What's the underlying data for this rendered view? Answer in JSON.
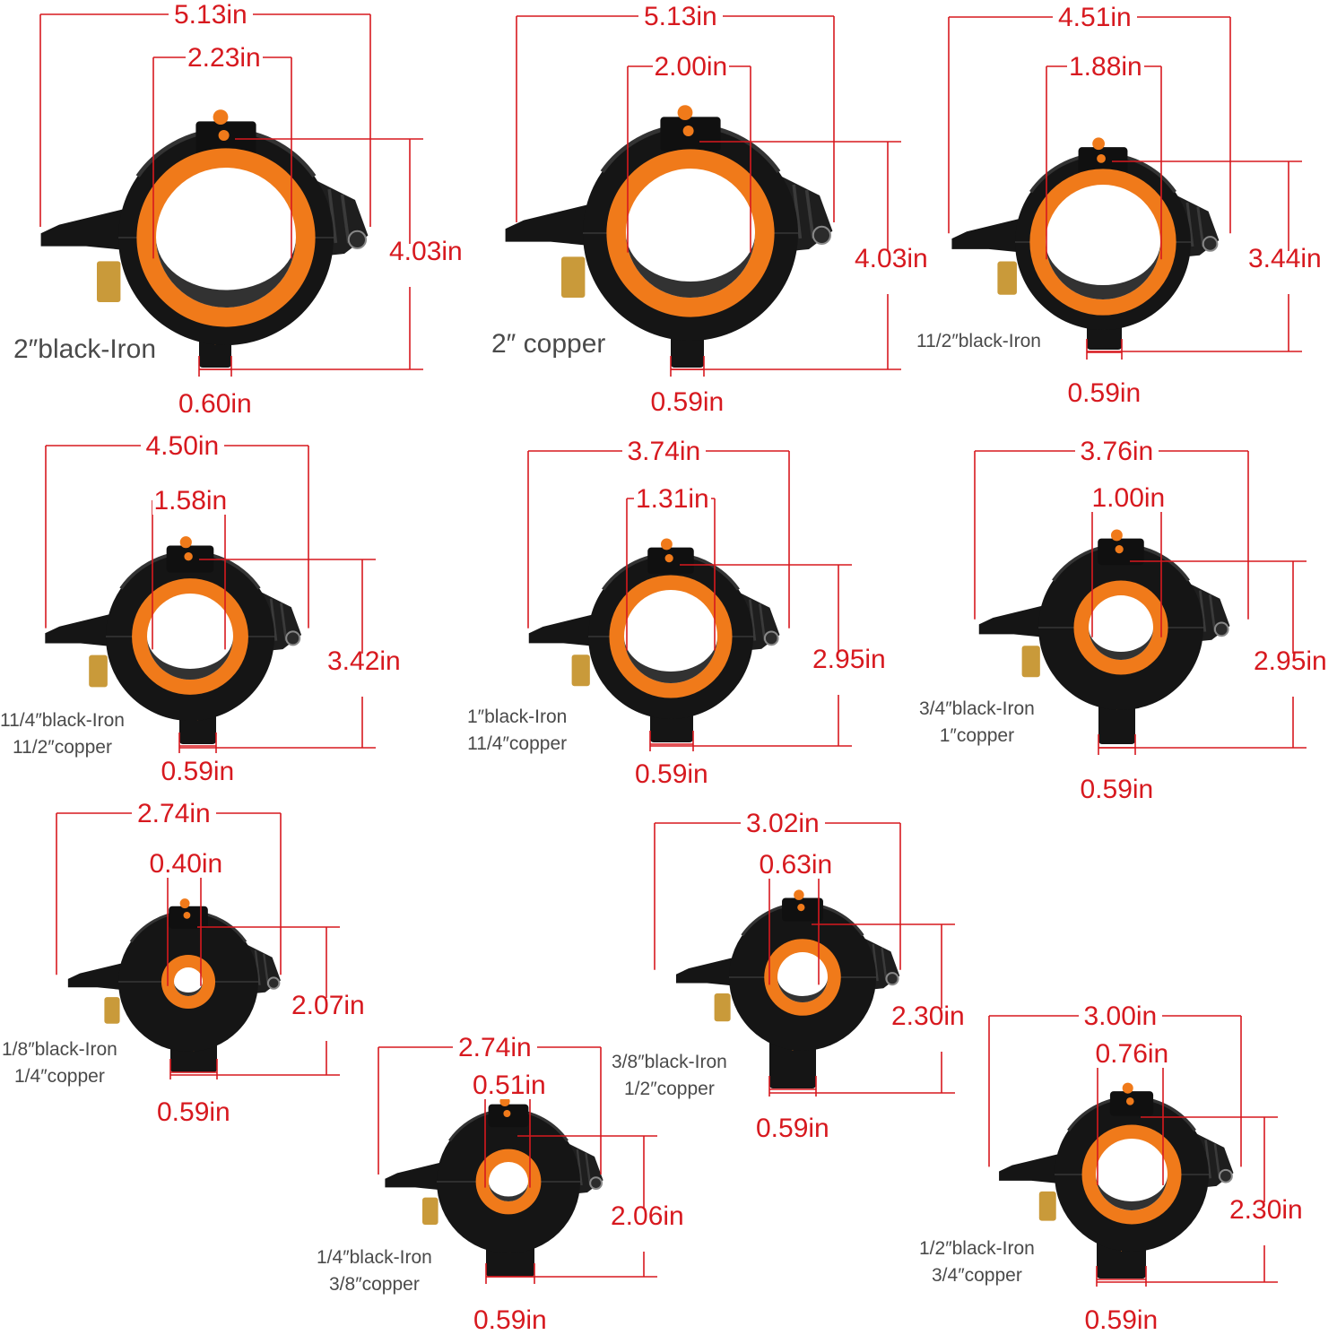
{
  "colors": {
    "dimension": "#d7191f",
    "body": "#151515",
    "accent": "#f07a1a",
    "brass": "#c99a3a",
    "label": "#4a4a4a"
  },
  "units": [
    {
      "id": "u1",
      "size": [
        "2″black-Iron"
      ],
      "width": "5.13in",
      "bore": "2.23in",
      "height": "4.03in",
      "stem": "0.60in"
    },
    {
      "id": "u2",
      "size": [
        "2″  copper"
      ],
      "width": "5.13in",
      "bore": "2.00in",
      "height": "4.03in",
      "stem": "0.59in"
    },
    {
      "id": "u3",
      "size": [
        "11/2″black-Iron"
      ],
      "width": "4.51in",
      "bore": "1.88in",
      "height": "3.44in",
      "stem": "0.59in"
    },
    {
      "id": "u4",
      "size": [
        "11/4″black-Iron",
        "11/2″copper"
      ],
      "width": "4.50in",
      "bore": "1.58in",
      "height": "3.42in",
      "stem": "0.59in"
    },
    {
      "id": "u5",
      "size": [
        "1″black-Iron",
        "11/4″copper"
      ],
      "width": "3.74in",
      "bore": "1.31in",
      "height": "2.95in",
      "stem": "0.59in"
    },
    {
      "id": "u6",
      "size": [
        "3/4″black-Iron",
        "1″copper"
      ],
      "width": "3.76in",
      "bore": "1.00in",
      "height": "2.95in",
      "stem": "0.59in"
    },
    {
      "id": "u7",
      "size": [
        "1/8″black-Iron",
        "1/4″copper"
      ],
      "width": "2.74in",
      "bore": "0.40in",
      "height": "2.07in",
      "stem": "0.59in"
    },
    {
      "id": "u8",
      "size": [
        "3/8″black-Iron",
        "1/2″copper"
      ],
      "width": "3.02in",
      "bore": "0.63in",
      "height": "2.30in",
      "stem": "0.59in"
    },
    {
      "id": "u9",
      "size": [
        "1/4″black-Iron",
        "3/8″copper"
      ],
      "width": "2.74in",
      "bore": "0.51in",
      "height": "2.06in",
      "stem": "0.59in"
    },
    {
      "id": "u10",
      "size": [
        "1/2″black-Iron",
        "3/4″copper"
      ],
      "width": "3.00in",
      "bore": "0.76in",
      "height": "2.30in",
      "stem": "0.59in"
    }
  ]
}
